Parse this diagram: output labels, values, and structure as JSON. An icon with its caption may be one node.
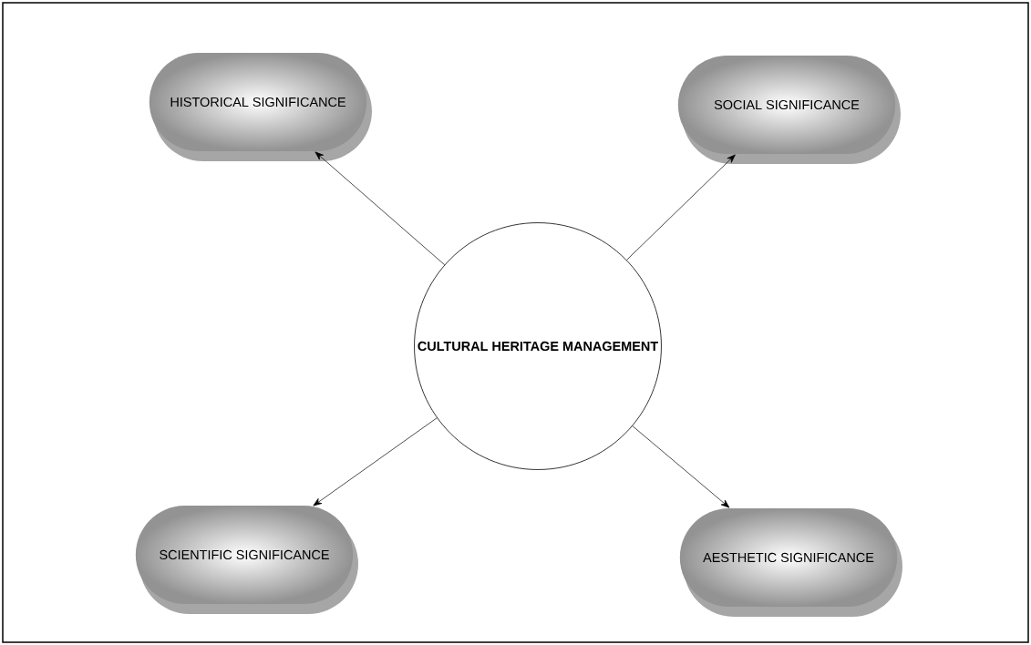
{
  "diagram": {
    "nodes": [
      {
        "text": [
          "CULTURAL HERITAGE MANAGEMENT"
        ]
      },
      {
        "text": [
          "HISTORICAL SIGNIFICANCE"
        ]
      },
      {
        "text": [
          "SOCIAL SIGNIFICANCE"
        ]
      },
      {
        "text": [
          "SCIENTIFIC SIGNIFICANCE"
        ]
      },
      {
        "text": [
          "AESTHETIC SIGNIFICANCE"
        ]
      }
    ],
    "edges": [
      {
        "from": 0,
        "to": 1,
        "arrow": "to"
      },
      {
        "from": 0,
        "to": 2,
        "arrow": "to"
      },
      {
        "from": 0,
        "to": 3,
        "arrow": "to"
      },
      {
        "from": 0,
        "to": 4,
        "arrow": "to"
      }
    ]
  }
}
